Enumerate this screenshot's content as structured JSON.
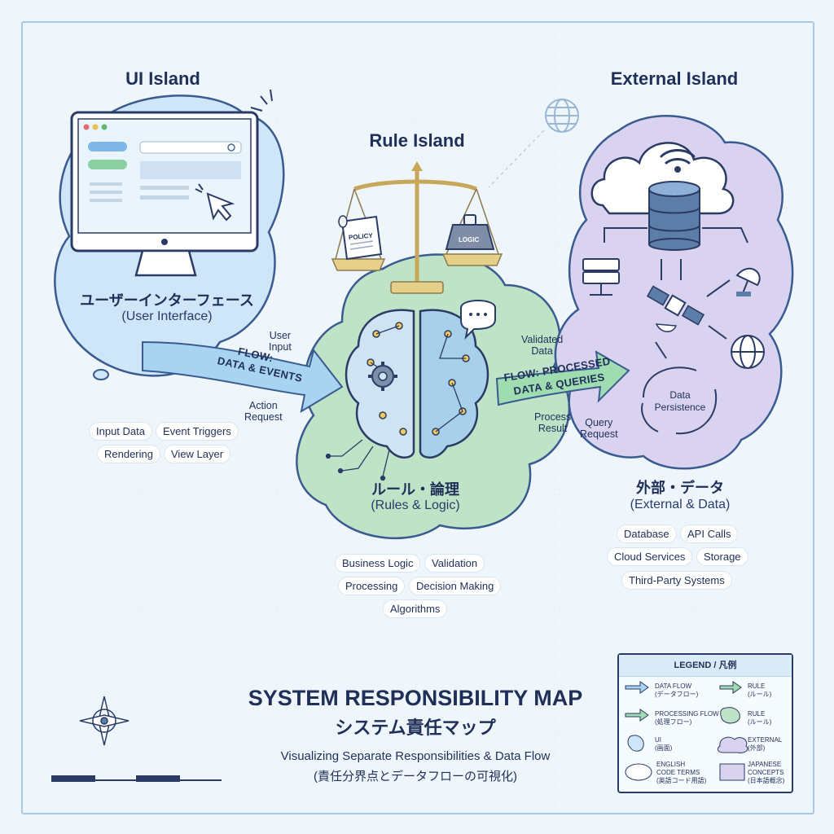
{
  "islands": {
    "ui": {
      "title": "UI Island",
      "name_jp": "ユーザーインターフェース",
      "name_en": "(User Interface)",
      "chips": [
        "Input Data",
        "Event Triggers",
        "Rendering",
        "View Layer"
      ]
    },
    "rule": {
      "title": "Rule Island",
      "name_jp": "ルール・論理",
      "name_en": "(Rules & Logic)",
      "policy_label": "POLICY",
      "logic_label": "LOGIC",
      "chips": [
        "Business Logic",
        "Validation",
        "Processing",
        "Decision Making",
        "Algorithms"
      ]
    },
    "external": {
      "title": "External Island",
      "name_jp": "外部・データ",
      "name_en": "(External & Data)",
      "persistence_label": "Data\nPersistence",
      "chips": [
        "Database",
        "API Calls",
        "Cloud Services",
        "Storage",
        "Third-Party Systems"
      ]
    }
  },
  "flows": {
    "flow1": {
      "line1": "FLOW:",
      "line2": "DATA & EVENTS",
      "top_label": "User\nInput",
      "bottom_label": "Action\nRequest"
    },
    "flow2": {
      "line1": "FLOW: PROCESSED",
      "line2": "DATA & QUERIES",
      "top_label": "Validated\nData",
      "bottom_label_1": "Process\nResult",
      "bottom_label_2": "Query\nRequest"
    }
  },
  "title": {
    "main": "SYSTEM RESPONSIBILITY MAP",
    "jp": "システム責任マップ",
    "subtitle": "Visualizing Separate Responsibilities & Data Flow",
    "subtitle_jp": "(責任分界点とデータフローの可視化)"
  },
  "legend": {
    "heading": "LEGEND / 凡例",
    "items": [
      {
        "label": "DATA FLOW\n(データフロー)"
      },
      {
        "label": "RULE\n(ルール)"
      },
      {
        "label": "PROCESSING FLOW\n(処理フロー)"
      },
      {
        "label": "RULE\n(ルール)"
      },
      {
        "label": "UI\n(画面)"
      },
      {
        "label": "EXTERNAL\n(外部)"
      },
      {
        "label": "ENGLISH\nCODE TERMS\n(英語コード用語)"
      },
      {
        "label": "JAPANESE\nCONCEPTS\n(日本語概念)"
      }
    ]
  },
  "colors": {
    "ui_fill": "#cfe5f8",
    "rule_fill": "#bfe3c7",
    "external_fill": "#d9d3f0",
    "arrow_blue": "#a8d4f2",
    "arrow_green": "#9fdcb0",
    "ink": "#1f2f57"
  },
  "icons": [
    "monitor-icon",
    "cursor-icon",
    "globe-icon",
    "scales-icon",
    "policy-scroll-icon",
    "logic-weight-icon",
    "brain-icon",
    "gear-icon",
    "speech-bubble-icon",
    "cloud-icon",
    "wifi-icon",
    "database-icon",
    "server-icon",
    "satellite-icon",
    "satellite-dish-icon",
    "compass-rose-icon"
  ]
}
